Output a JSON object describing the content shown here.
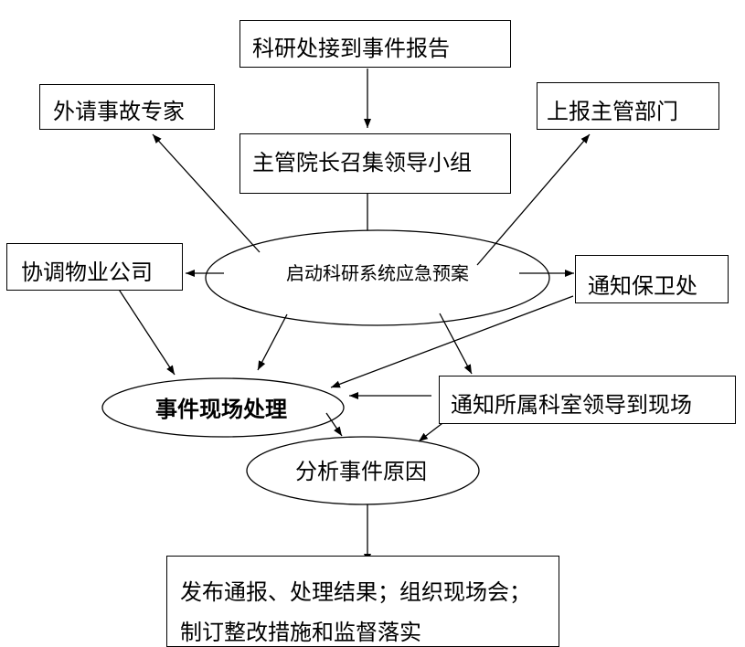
{
  "nodes": {
    "receive_report": "科研处接到事件报告",
    "external_experts": "外请事故专家",
    "report_department": "上报主管部门",
    "leader_group": "主管院长召集领导小组",
    "coordinate_property": "协调物业公司",
    "activate_plan": "启动科研系统应急预案",
    "notify_security": "通知保卫处",
    "onsite_handling": "事件现场处理",
    "notify_lab_leader": "通知所属科室领导到现场",
    "analyze_cause": "分析事件原因",
    "publish_line1": "发布通报、处理结果；组织现场会；",
    "publish_line2": "制订整改措施和监督落实"
  },
  "colors": {
    "stroke": "#000000",
    "background": "#ffffff"
  }
}
